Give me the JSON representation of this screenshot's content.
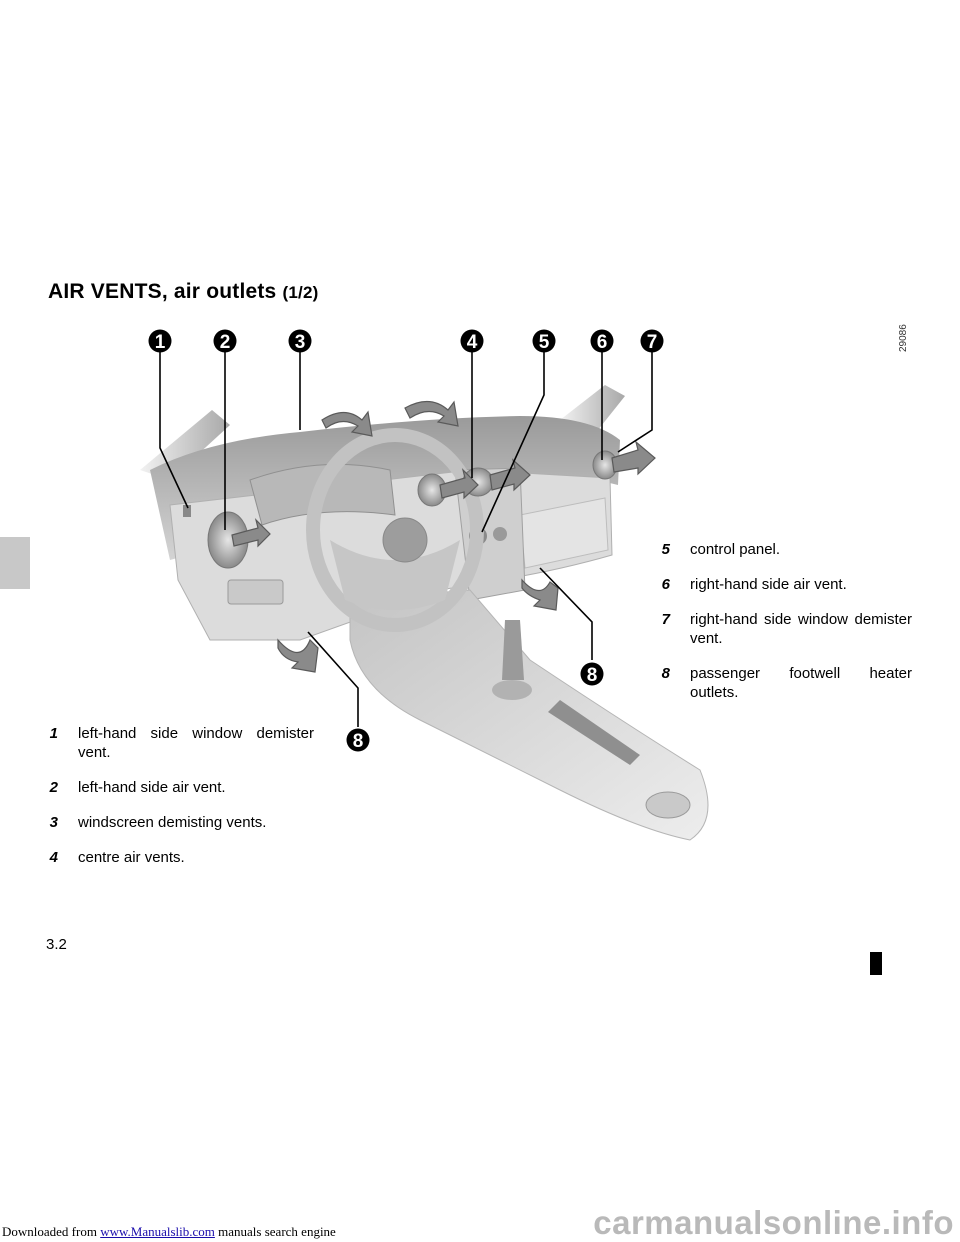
{
  "page": {
    "title": "AIR VENTS, air outlets",
    "title_part": "(1/2)",
    "figure_code": "29086",
    "page_number": "3.2"
  },
  "callouts": [
    "1",
    "2",
    "3",
    "4",
    "5",
    "6",
    "7",
    "8",
    "8"
  ],
  "legend_left": [
    {
      "num": "1",
      "text": "left-hand side window demister vent."
    },
    {
      "num": "2",
      "text": "left-hand side air vent."
    },
    {
      "num": "3",
      "text": "windscreen demisting vents."
    },
    {
      "num": "4",
      "text": "centre air vents."
    }
  ],
  "legend_right": [
    {
      "num": "5",
      "text": "control panel."
    },
    {
      "num": "6",
      "text": "right-hand side air vent."
    },
    {
      "num": "7",
      "text": "right-hand side window demister vent."
    },
    {
      "num": "8",
      "text": "passenger footwell heater outlets."
    }
  ],
  "download_header": {
    "prefix": "Downloaded from",
    "link": "www.Manualslib.com",
    "suffix": "manuals search engine"
  },
  "watermark": "carmanualsonline.info"
}
